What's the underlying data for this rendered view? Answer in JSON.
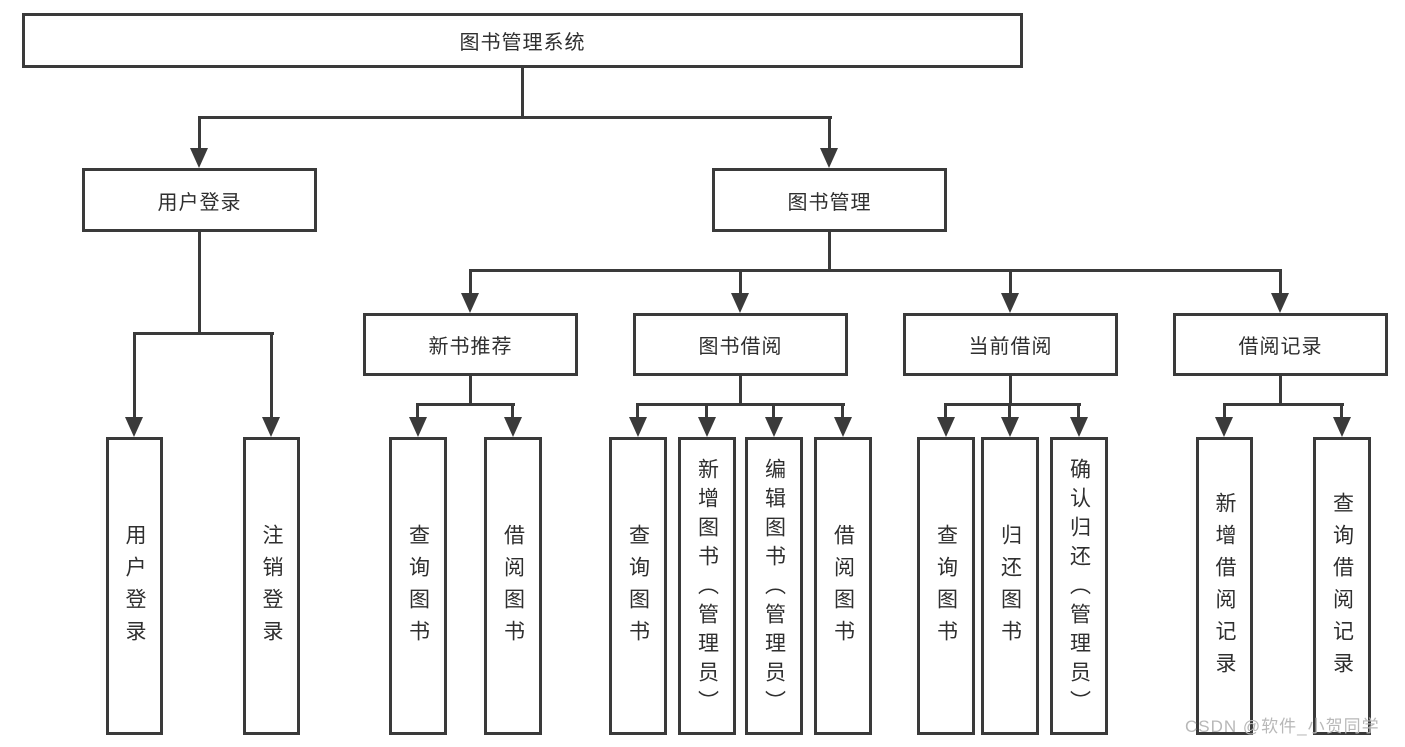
{
  "diagram": {
    "root_label": "图书管理系统",
    "l2_user_login": "用户登录",
    "l2_book_management": "图书管理",
    "l3_new_book_recommend": "新书推荐",
    "l3_book_borrowing": "图书借阅",
    "l3_current_borrowing": "当前借阅",
    "l3_borrowing_records": "借阅记录",
    "leaf_user_login": "用户登录",
    "leaf_logout": "注销登录",
    "leaf_recommend_query_books": "查询图书",
    "leaf_recommend_borrow_books": "借阅图书",
    "leaf_borrowing_query_books": "查询图书",
    "leaf_add_books_admin": "新增图书（管理员）",
    "leaf_edit_books_admin": "编辑图书（管理员）",
    "leaf_borrowing_borrow_books": "借阅图书",
    "leaf_current_query_books": "查询图书",
    "leaf_return_books": "归还图书",
    "leaf_confirm_return_admin": "确认归还（管理员）",
    "leaf_add_borrow_record": "新增借阅记录",
    "leaf_query_borrow_record": "查询借阅记录"
  },
  "watermark": {
    "text": "CSDN @软件_小贺同学"
  },
  "colors": {
    "line": "#3a3a3a",
    "text": "#2f2f2f",
    "watermark_text": "#b8b8b8",
    "background": "#ffffff"
  }
}
